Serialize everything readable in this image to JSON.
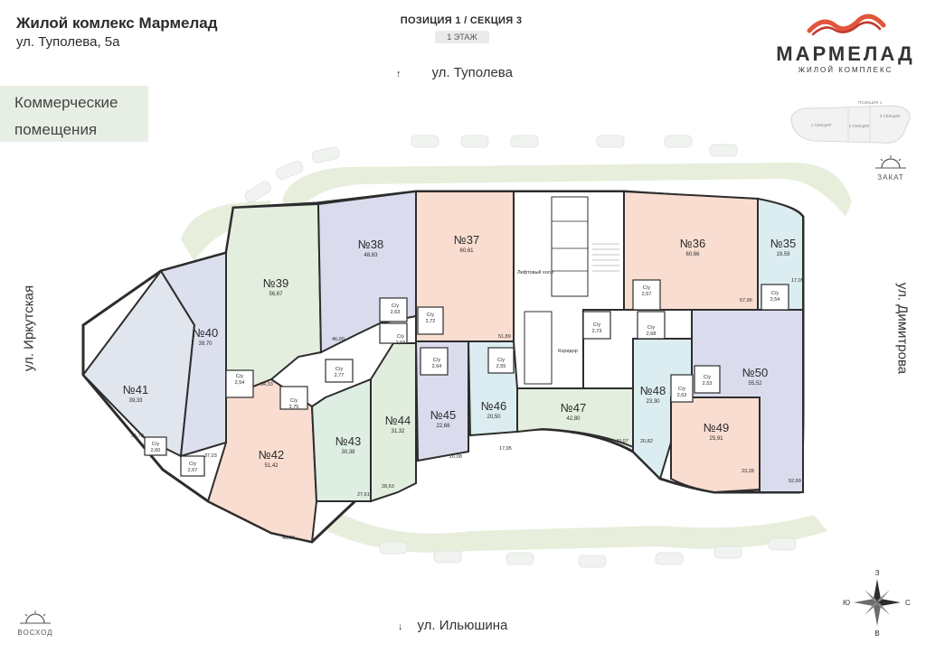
{
  "header": {
    "title": "Жилой комлекс Мармелад",
    "address": "ул. Туполева, 5а",
    "category": [
      "Коммерческие",
      "помещения"
    ],
    "position": "ПОЗИЦИЯ 1 / СЕКЦИЯ 3",
    "floor": "1 ЭТАЖ"
  },
  "logo": {
    "name": "МАРМЕЛАД",
    "sub": "ЖИЛОЙ КОМПЛЕКС"
  },
  "streets": {
    "top": "ул. Туполева",
    "left": "ул. Иркутская",
    "right": "ул. Димитрова",
    "bottom": "ул. Ильюшина"
  },
  "sun": {
    "sunset": "ЗАКАТ",
    "sunrise": "ВОСХОД"
  },
  "compass": {
    "n": "З",
    "s": "В",
    "e": "С",
    "w": "Ю"
  },
  "minimap": {
    "pos": "ПОЗИЦИЯ 1",
    "s1": "1 СЕКЦИЯ",
    "s2": "2 СЕКЦИЯ",
    "s3": "3 СЕКЦИЯ"
  },
  "units": [
    {
      "num": "№41",
      "area": "39,33",
      "color": "#e1e6ee"
    },
    {
      "num": "№40",
      "area": "39,70",
      "color": "#dcdfee"
    },
    {
      "num": "№39",
      "area": "56,67",
      "color": "#e3eedf"
    },
    {
      "num": "№42",
      "area": "51,42",
      "color": "#f9ddd1"
    },
    {
      "num": "№38",
      "area": "48,63",
      "color": "#dadcee"
    },
    {
      "num": "№43",
      "area": "30,38",
      "color": "#dfeee3"
    },
    {
      "num": "№44",
      "area": "31,32",
      "color": "#e2eedd"
    },
    {
      "num": "№37",
      "area": "60,61",
      "color": "#f9ddd1"
    },
    {
      "num": "№45",
      "area": "22,68",
      "color": "#dadcee"
    },
    {
      "num": "№46",
      "area": "20,50",
      "color": "#dcedf2"
    },
    {
      "num": "№47",
      "area": "42,80",
      "color": "#e3eedf"
    },
    {
      "num": "№36",
      "area": "60,66",
      "color": "#f9ddd1"
    },
    {
      "num": "№35",
      "area": "19,59",
      "color": "#dcedf2"
    },
    {
      "num": "№48",
      "area": "23,30",
      "color": "#dcedf2"
    },
    {
      "num": "№49",
      "area": "25,91",
      "color": "#f9ddd1"
    },
    {
      "num": "№50",
      "area": "55,52",
      "color": "#dadcee"
    }
  ],
  "wc_label": "С/у",
  "wc": [
    "2,60",
    "2,67",
    "2,54",
    "2,75",
    "2,77",
    "2,69",
    "2,63",
    "2,72",
    "2,64",
    "2,55",
    "2,73",
    "2,68",
    "2,57",
    "2,54",
    "2,53",
    "2,63"
  ],
  "dims": [
    "36,73",
    "37,03",
    "54,33",
    "46,00",
    "48,67",
    "27,61",
    "28,63",
    "20,08",
    "17,95",
    "51,89",
    "40,07",
    "20,82",
    "57,96",
    "17,05",
    "23,28",
    "52,99"
  ],
  "core": {
    "lift": "Лифтовый холл",
    "corridor": "Коридор"
  }
}
